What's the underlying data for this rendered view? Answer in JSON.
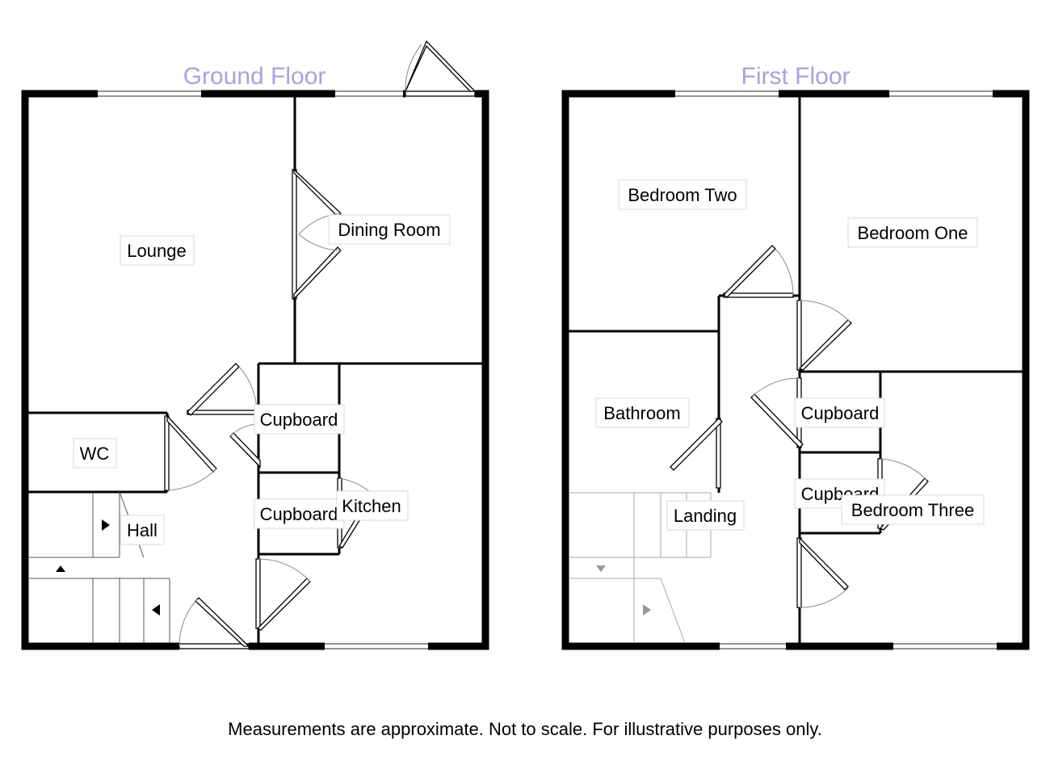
{
  "floors": [
    {
      "title": "Ground Floor",
      "rooms": [
        "Lounge",
        "Dining Room",
        "WC",
        "Hall",
        "Cupboard",
        "Cupboard",
        "Kitchen"
      ]
    },
    {
      "title": "First Floor",
      "rooms": [
        "Bedroom Two",
        "Bedroom One",
        "Bathroom",
        "Landing",
        "Cupboard",
        "Cupboard",
        "Bedroom Three"
      ]
    }
  ],
  "disclaimer": "Measurements are approximate. Not to scale. For illustrative purposes only.",
  "colors": {
    "title": "#a3a3e8",
    "walls": "#000000",
    "label_border": "#d9d9d9"
  }
}
